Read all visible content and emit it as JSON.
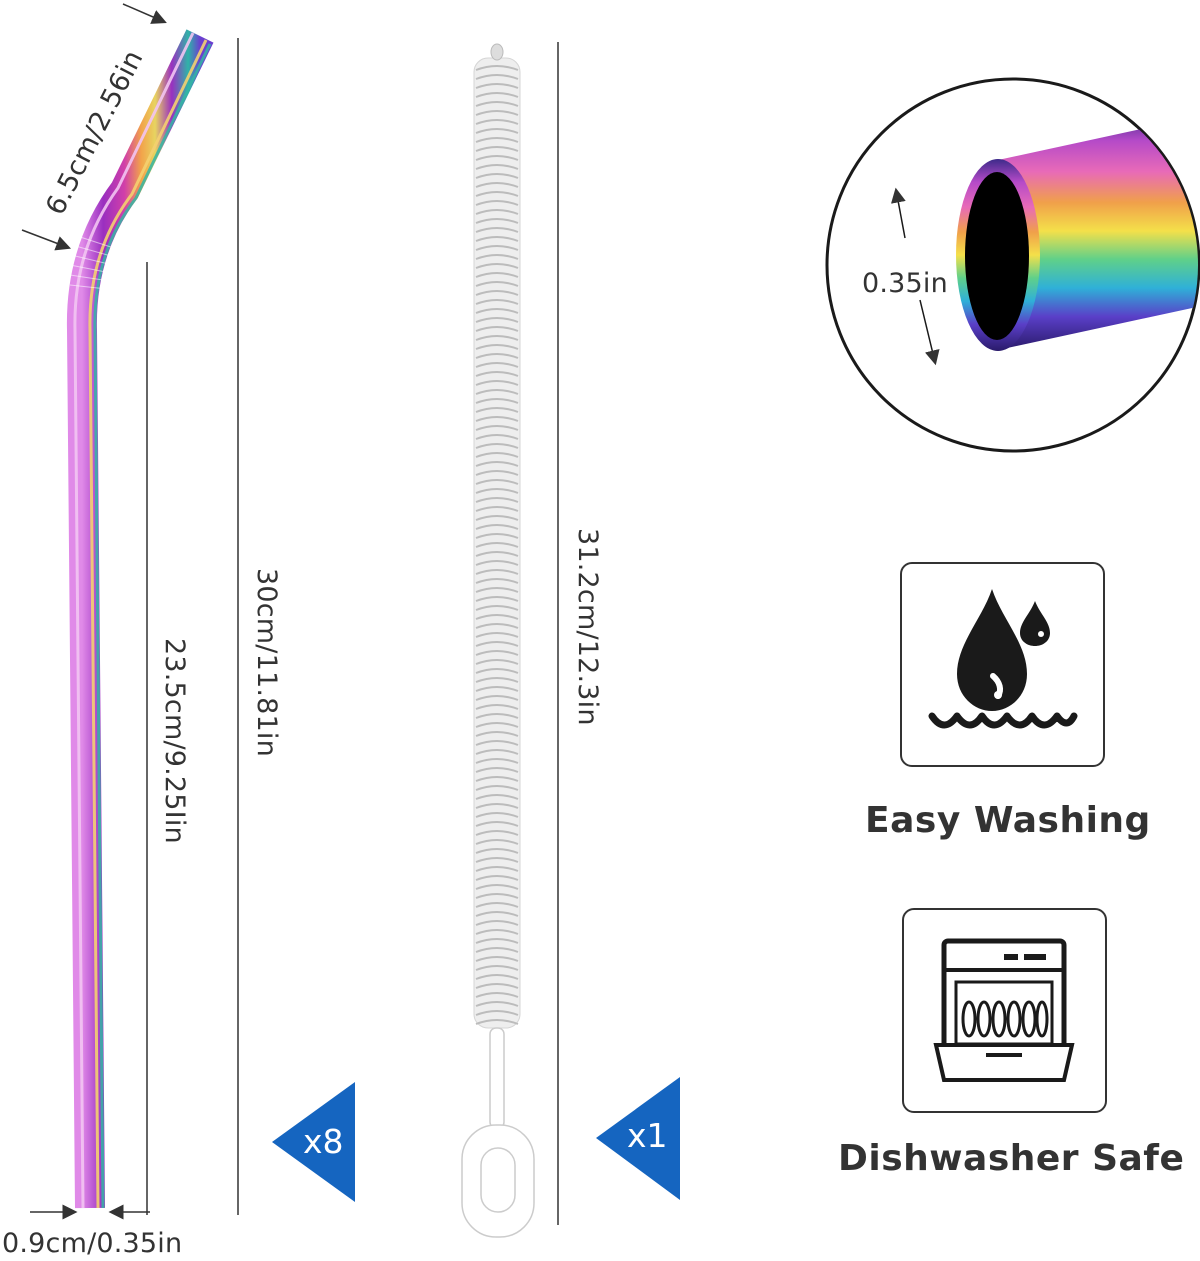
{
  "dimensions": {
    "bend_length": "6.5cm/2.56in",
    "total_length": "30cm/11.81in",
    "straight_length": "23.5cm/9.25Iin",
    "diameter_bottom": "0.9cm/0.35in",
    "brush_length": "31.2cm/12.3in",
    "inner_diameter": "0.35in"
  },
  "quantities": {
    "straw": "x8",
    "brush": "x1"
  },
  "features": [
    {
      "label": "Easy Washing",
      "icon": "water-drops-icon"
    },
    {
      "label": "Dishwasher Safe",
      "icon": "dishwasher-icon"
    }
  ],
  "colors": {
    "badge": "#1565c0",
    "text": "#333333",
    "outline": "#1a1a1a"
  }
}
